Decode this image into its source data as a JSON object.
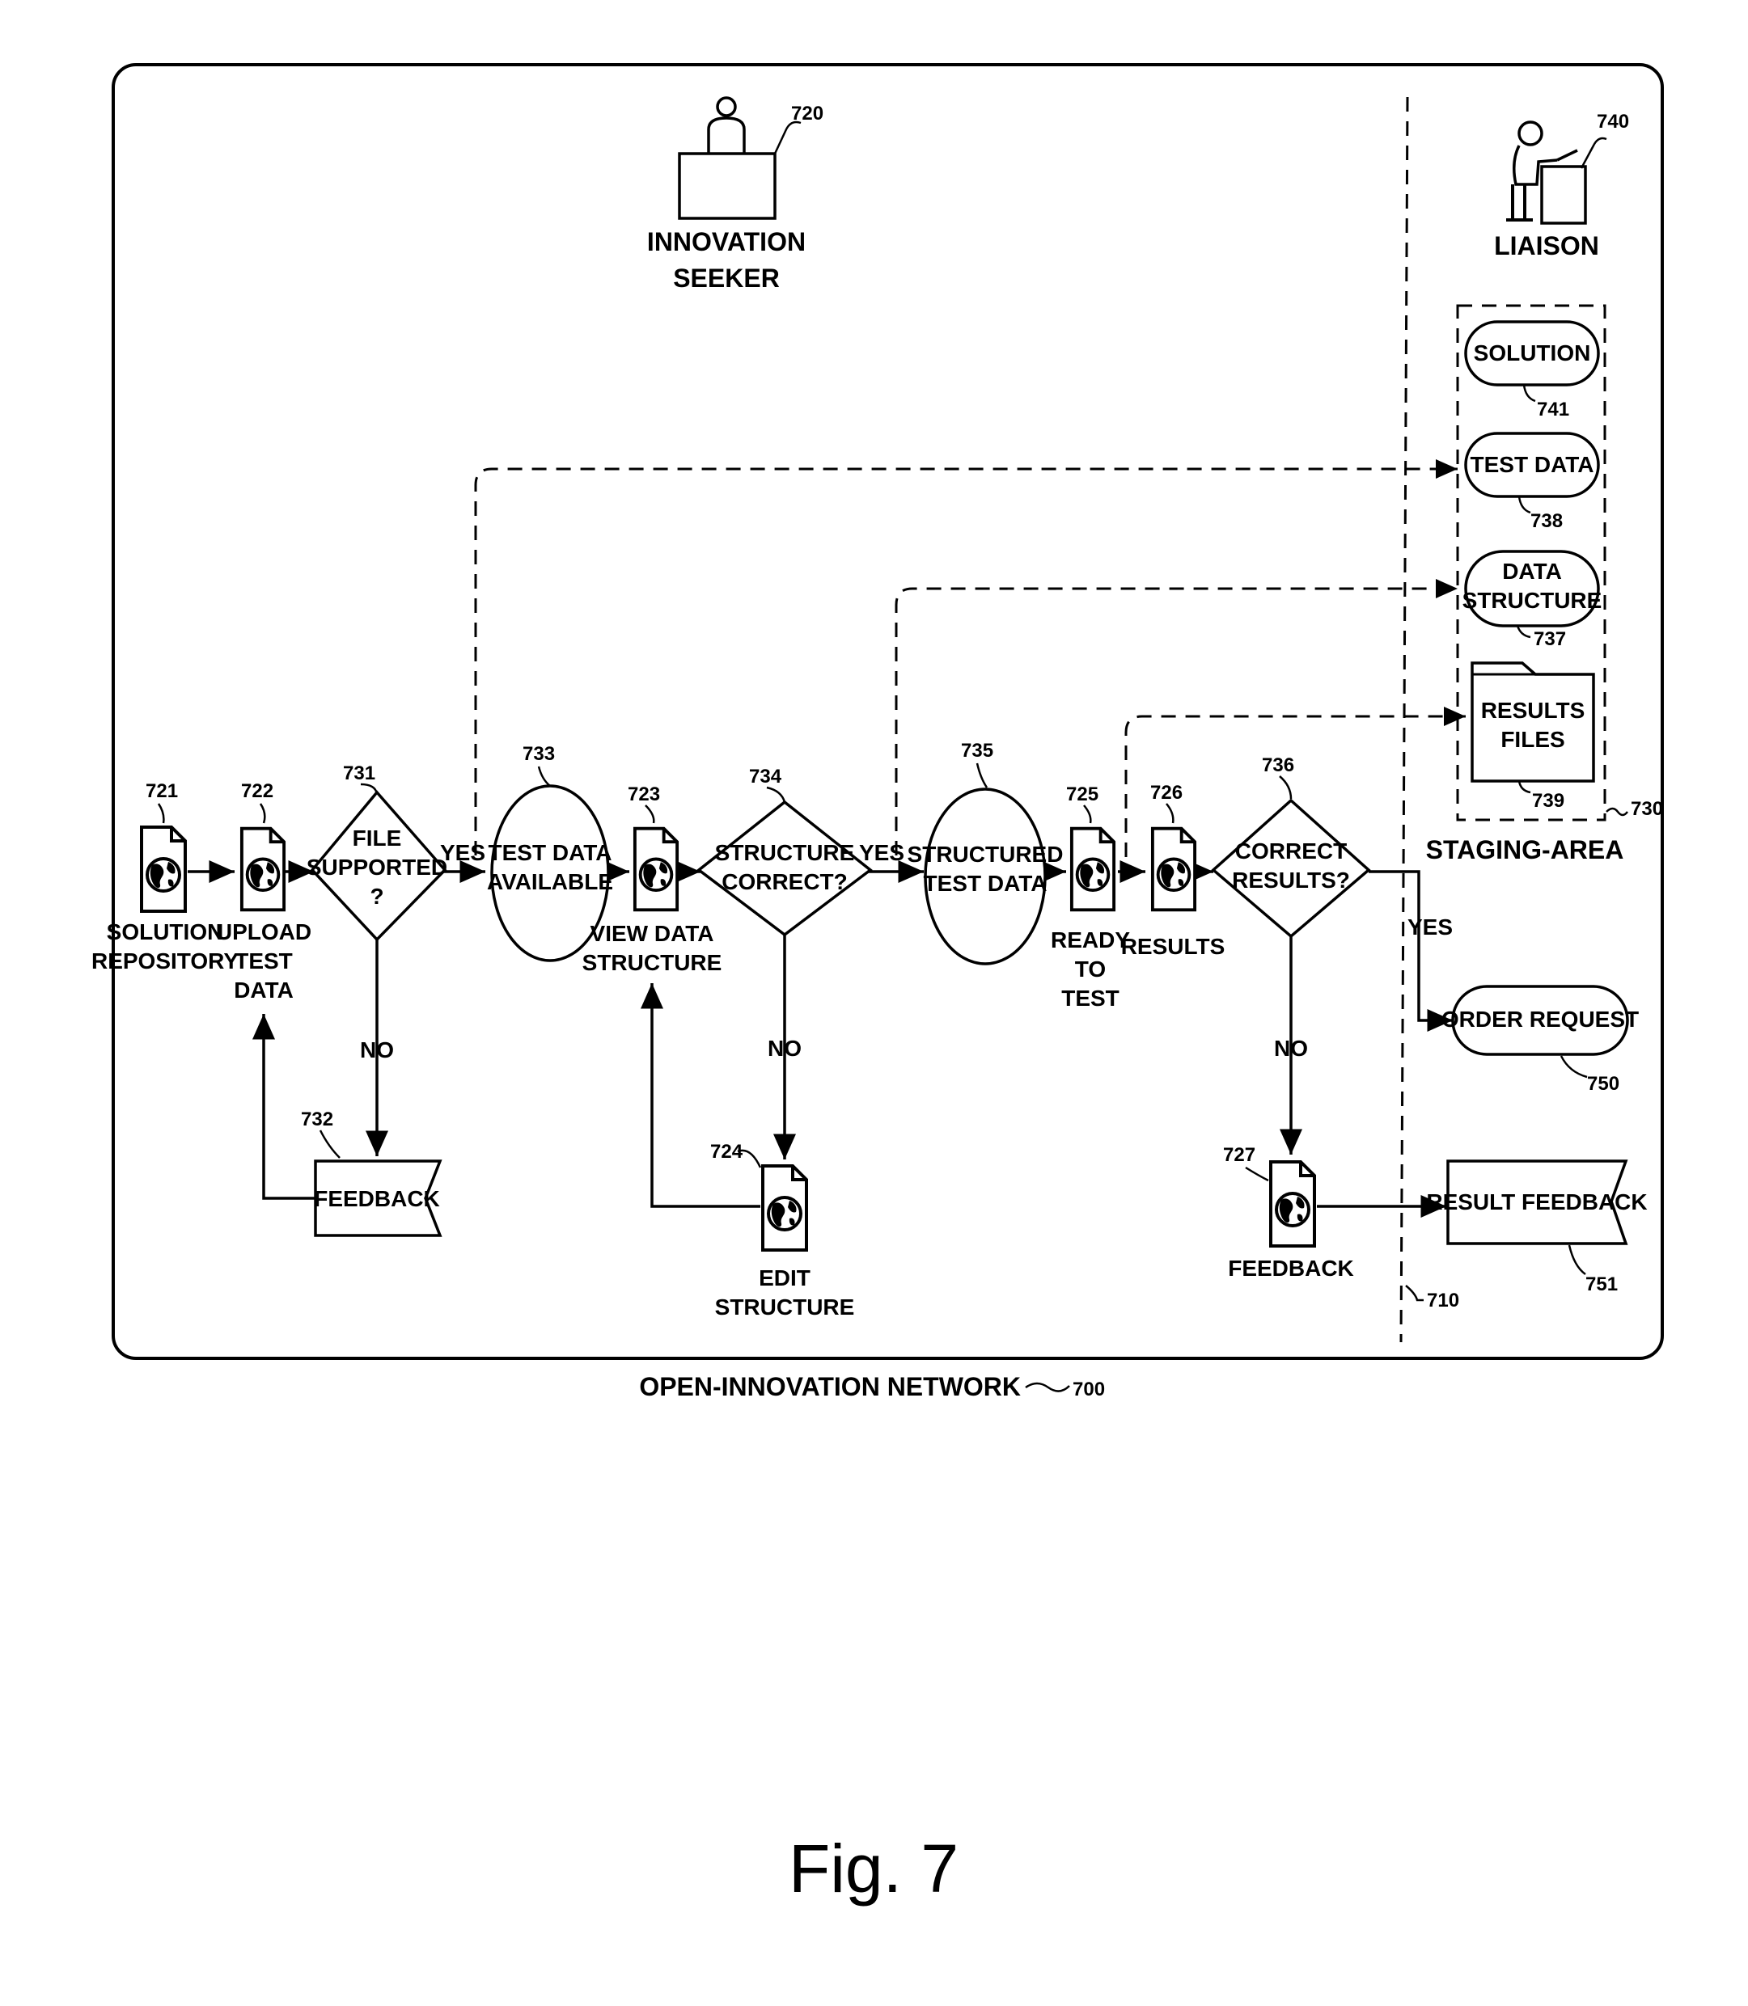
{
  "network": {
    "label": "OPEN-INNOVATION NETWORK",
    "ref": "700"
  },
  "boundary_ref": "710",
  "seeker": {
    "line1": "INNOVATION",
    "line2": "SEEKER",
    "ref": "720"
  },
  "liaison": {
    "label": "LIAISON",
    "ref": "740"
  },
  "staging": {
    "label": "STAGING-AREA",
    "ref": "730",
    "solution": {
      "label": "SOLUTION",
      "ref": "741"
    },
    "test_data": {
      "label": "TEST DATA",
      "ref": "738"
    },
    "data_structure": {
      "line1": "DATA",
      "line2": "STRUCTURE",
      "ref": "737"
    },
    "results_files": {
      "line1": "RESULTS",
      "line2": "FILES",
      "ref": "739"
    }
  },
  "docs": {
    "solution_repository": {
      "line1": "SOLUTION",
      "line2": "REPOSITORY",
      "ref": "721"
    },
    "upload_test_data": {
      "line1": "UPLOAD",
      "line2": "TEST",
      "line3": "DATA",
      "ref": "722"
    },
    "view_data_structure": {
      "line1": "VIEW DATA",
      "line2": "STRUCTURE",
      "ref": "723"
    },
    "edit_structure": {
      "line1": "EDIT",
      "line2": "STRUCTURE",
      "ref": "724"
    },
    "ready_to_test": {
      "line1": "READY",
      "line2": "TO",
      "line3": "TEST",
      "ref": "725"
    },
    "results": {
      "label": "RESULTS",
      "ref": "726"
    },
    "feedback": {
      "label": "FEEDBACK",
      "ref": "727"
    }
  },
  "decisions": {
    "file_supported": {
      "line1": "FILE",
      "line2": "SUPPORTED",
      "line3": "?",
      "ref": "731"
    },
    "structure_correct": {
      "line1": "STRUCTURE",
      "line2": "CORRECT?",
      "ref": "734"
    },
    "correct_results": {
      "line1": "CORRECT",
      "line2": "RESULTS?",
      "ref": "736"
    }
  },
  "states": {
    "test_data_available": {
      "line1": "TEST DATA",
      "line2": "AVAILABLE",
      "ref": "733"
    },
    "structured_test_data": {
      "line1": "STRUCTURED",
      "line2": "TEST DATA",
      "ref": "735"
    }
  },
  "feedback_flag": {
    "label": "FEEDBACK",
    "ref": "732"
  },
  "order_request": {
    "label": "ORDER REQUEST",
    "ref": "750"
  },
  "result_feedback": {
    "label": "RESULT FEEDBACK",
    "ref": "751"
  },
  "edge_labels": {
    "yes": "YES",
    "no": "NO"
  },
  "figure_label": "Fig. 7"
}
